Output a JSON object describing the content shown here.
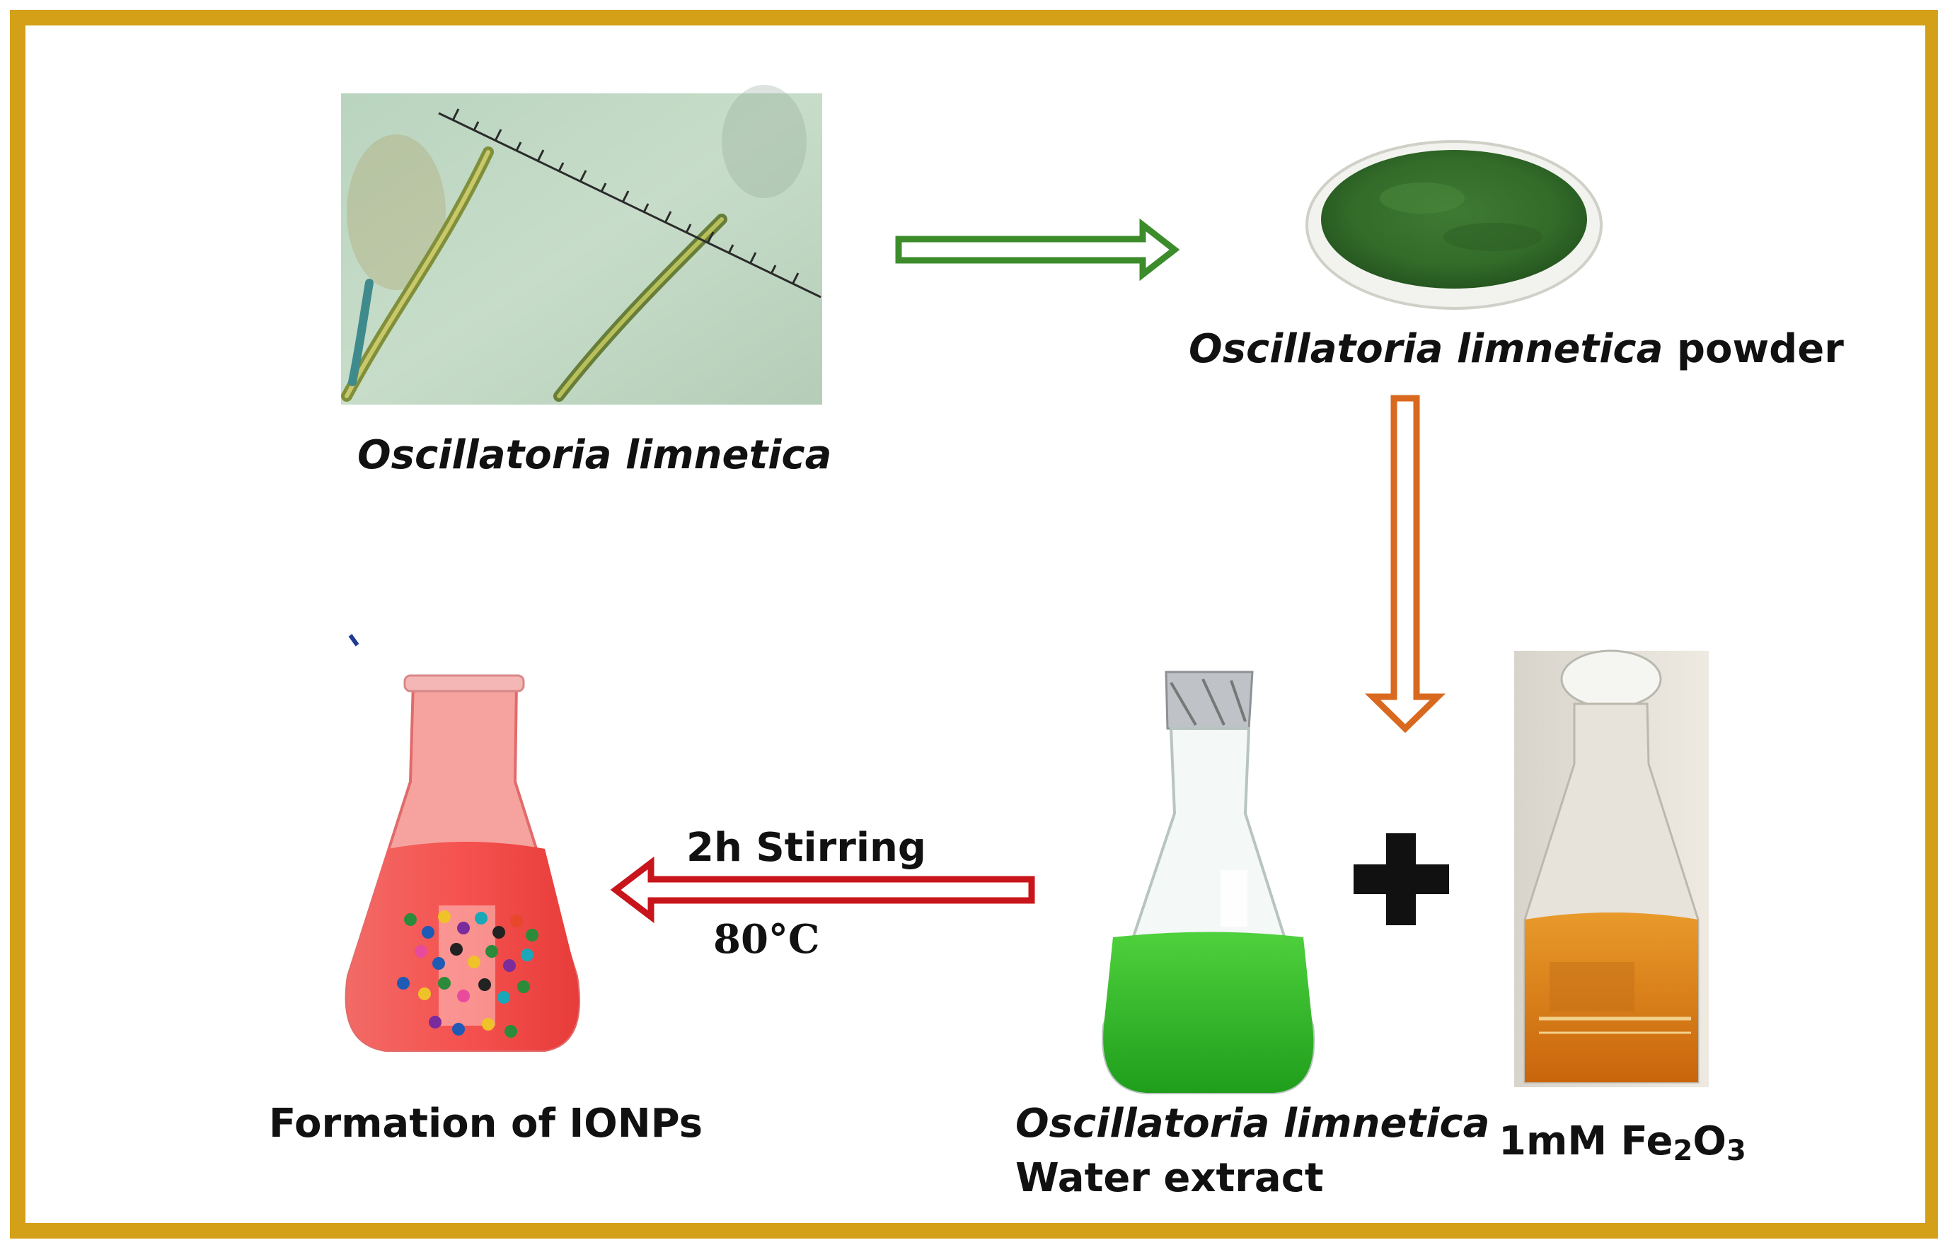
{
  "labels": {
    "step1": "Oscillatoria limnetica",
    "step2_species": "Oscillatoria limnetica",
    "step2_suffix": " powder",
    "step3a_line1": "Oscillatoria limnetica",
    "step3a_line2": "Water extract",
    "step3b_prefix": "1mM Fe",
    "step3b_sub1": "2",
    "step3b_mid": "O",
    "step3b_sub2": "3",
    "step4": "Formation of IONPs",
    "reaction_top": "2h Stirring",
    "reaction_bottom": "80°C"
  },
  "colors": {
    "frame": "#D4A017",
    "arrow_green": "#3C8C2C",
    "arrow_orange": "#D9691E",
    "arrow_red": "#C8151B",
    "algae_green": "#2FB52A",
    "flask_red": "#F24A48",
    "iron_orange": "#D9780F"
  }
}
